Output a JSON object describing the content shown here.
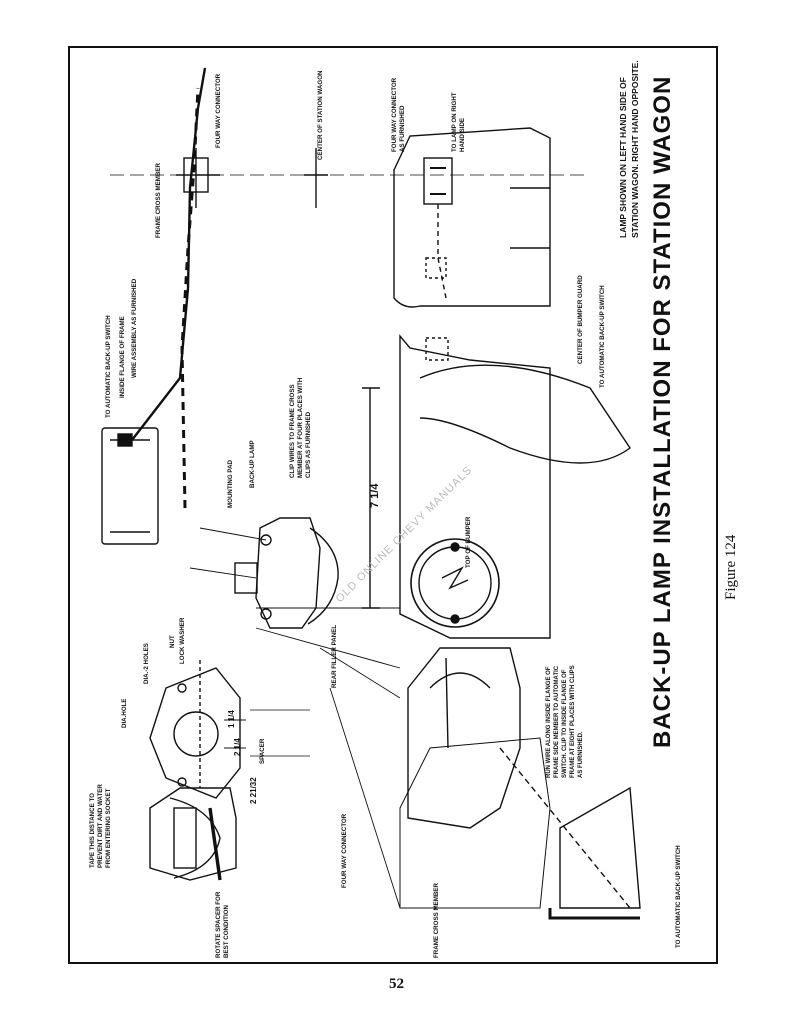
{
  "diagram": {
    "title": "BACK-UP LAMP INSTALLATION FOR STATION WAGON",
    "note": [
      "LAMP SHOWN ON LEFT HAND SIDE OF",
      "STATION WAGON. RIGHT HAND OPPOSITE."
    ],
    "watermark": "OLD ONLINE CHEVY MANUALS",
    "labels": {
      "to_switch_top": "TO AUTOMATIC BACK-UP SWITCH",
      "inside_flange": "INSIDE FLANGE OF FRAME",
      "wire_assembly": "WIRE ASSEMBLY AS FURNISHED",
      "frame_cross_member_top": "FRAME CROSS MEMBER",
      "four_way_top": "FOUR WAY CONNECTOR",
      "center_wagon": "CENTER OF STATION WAGON",
      "four_way_right": [
        "FOUR WAY CONNECTOR",
        "AS FURNISHED"
      ],
      "to_lamp_right": [
        "TO LAMP ON RIGHT",
        "HAND SIDE"
      ],
      "clip_wires": [
        "CLIP WIRES TO FRAME CROSS",
        "MEMBER AT FOUR PLACES WITH",
        "CLIPS AS FURNISHED"
      ],
      "center_bumper_guard": "CENTER OF BUMPER GUARD",
      "to_switch_right": "TO AUTOMATIC BACK-UP SWITCH",
      "mounting_pad": "MOUNTING PAD",
      "backup_lamp": "BACK-UP LAMP",
      "dimension_seven": "7 1/4",
      "top_of_bumper": "TOP OF BUMPER",
      "nut": "NUT",
      "lock_washer": "LOCK WASHER",
      "rear_filler_panel": "REAR FILLER PANEL",
      "dia_holes": "DIA.-2 HOLES",
      "dia_hole": "DIA.HOLE",
      "spacer": "SPACER",
      "dim_one_quarter": "1 1/4",
      "dim_two_quarter": "2 1/4",
      "dim_two_21_32": "2 21/32",
      "tape": [
        "TAPE THIS DISTANCE TO",
        "PREVENT DIRT AND WATER",
        "FROM ENTERING SOCKET"
      ],
      "rotate_spacer": [
        "ROTATE SPACER FOR",
        "BEST CONDITION"
      ],
      "four_way_bottom": "FOUR WAY CONNECTOR",
      "frame_cross_member_bottom": "FRAME CROSS MEMBER",
      "run_wire": [
        "RUN WIRE ALONG INSIDE FLANGE OF",
        "FRAME SIDE MEMBER TO AUTOMATIC",
        "SWITCH. CLIP TO INSIDE FLANGE OF",
        "FRAME AT EIGHT PLACES WITH CLIPS",
        "AS FURNISHED."
      ],
      "to_switch_bottom": "TO AUTOMATIC BACK-UP SWITCH"
    }
  },
  "caption": "Figure 124",
  "page_number": "52"
}
